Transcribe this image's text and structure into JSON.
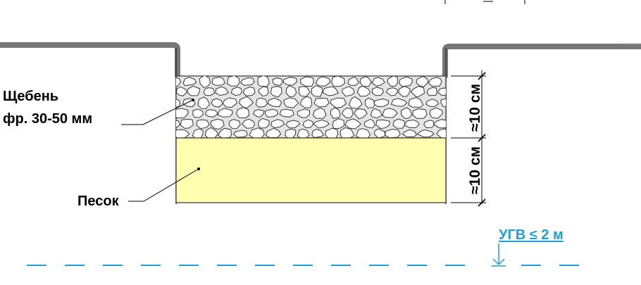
{
  "diagram": {
    "layers": [
      {
        "label_line1": "Щебень",
        "label_line2": "фр. 30-50 мм",
        "thickness_label": "≈10 см"
      },
      {
        "label_line1": "Песок",
        "thickness_label": "≈10 см"
      }
    ],
    "groundwater_label": "УГВ ≤ 2 м",
    "colors": {
      "sand_fill": "#ffffaf",
      "gravel_fill": "#e4e4e4",
      "ground_line": "#777777",
      "groundwater": "#1e9fd8"
    }
  }
}
